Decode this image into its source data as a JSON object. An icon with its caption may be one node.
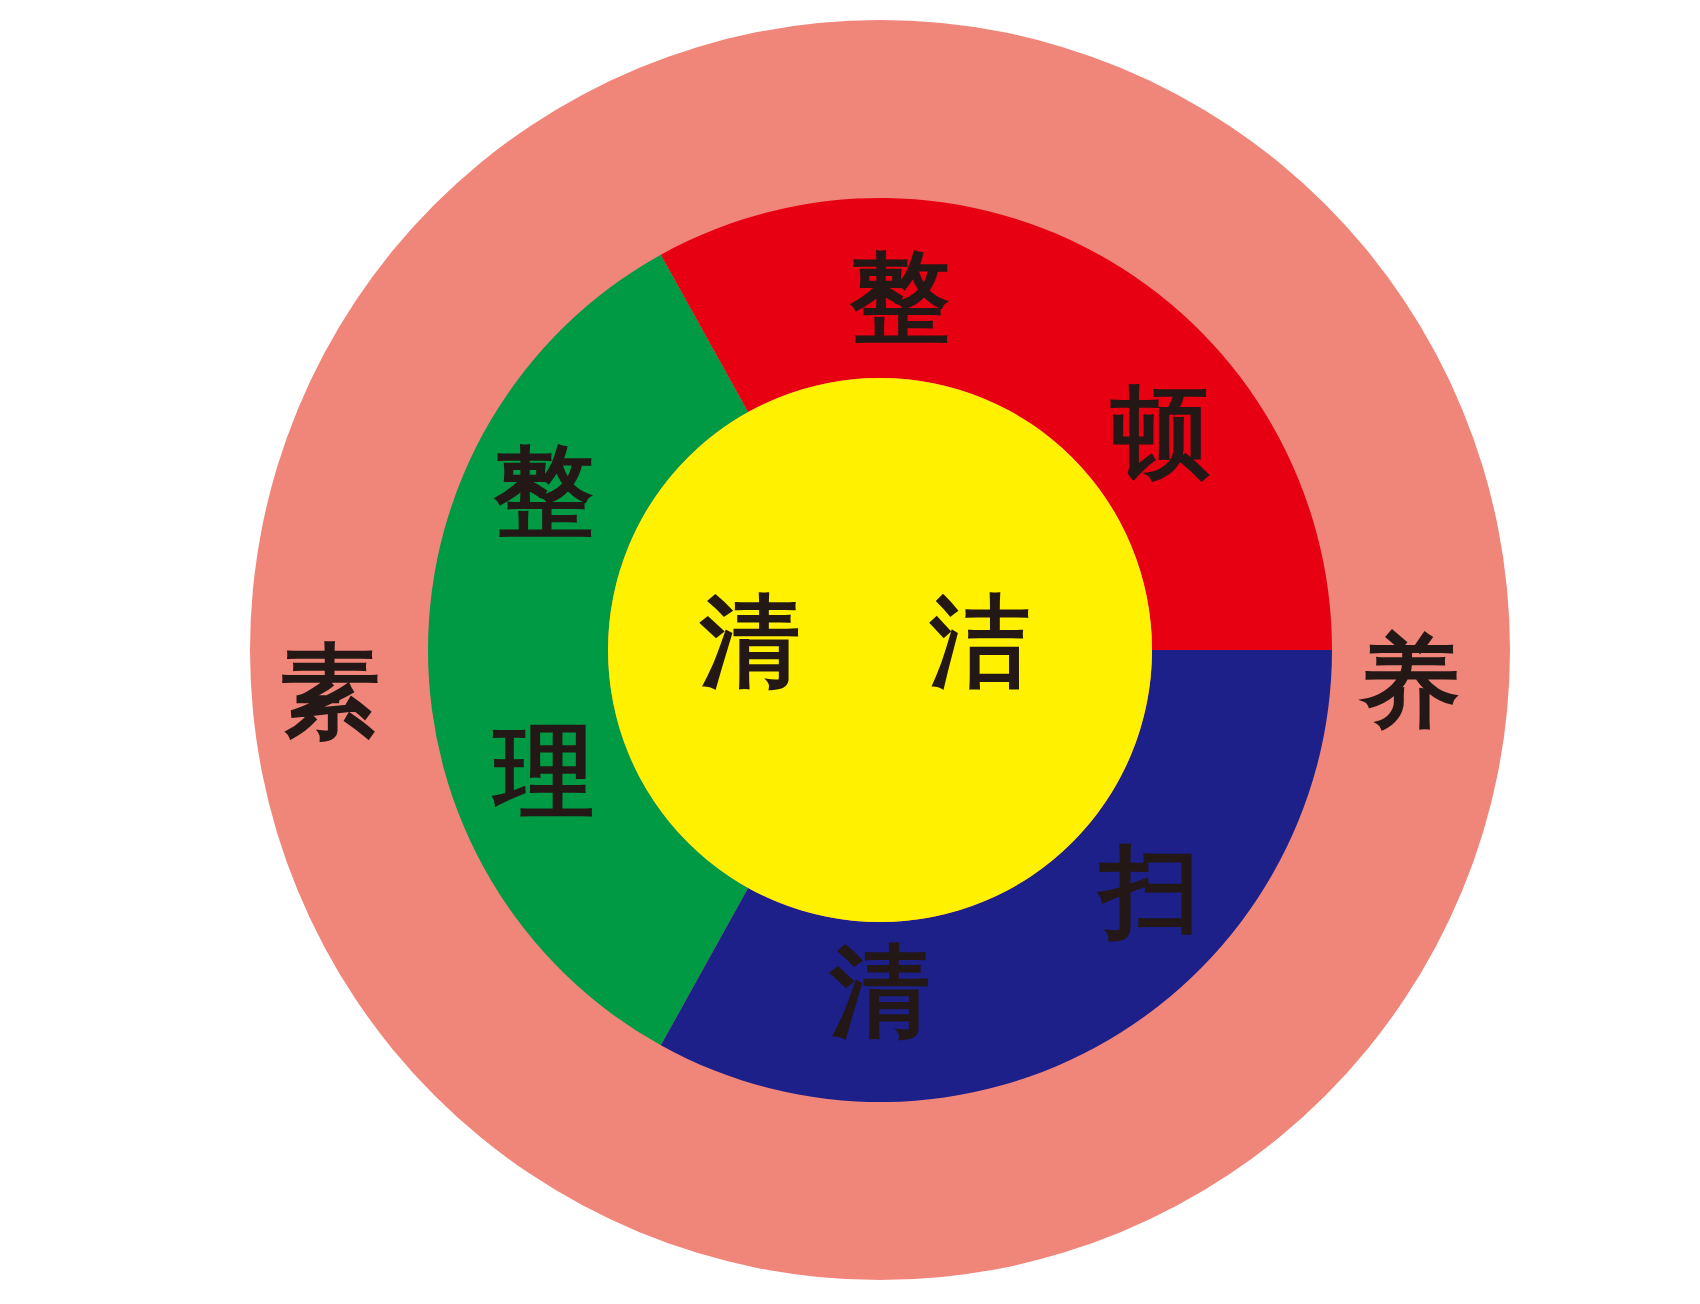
{
  "diagram": {
    "nodes": [
      {
        "text": [
          "素",
          "养"
        ]
      },
      {
        "text": [
          "整理"
        ],
        "in": 0
      },
      {
        "text": [
          "整顿"
        ],
        "in": 0
      },
      {
        "text": [
          "清扫"
        ],
        "in": 0
      },
      {
        "text": [
          "清洁"
        ],
        "in": 0
      }
    ]
  }
}
